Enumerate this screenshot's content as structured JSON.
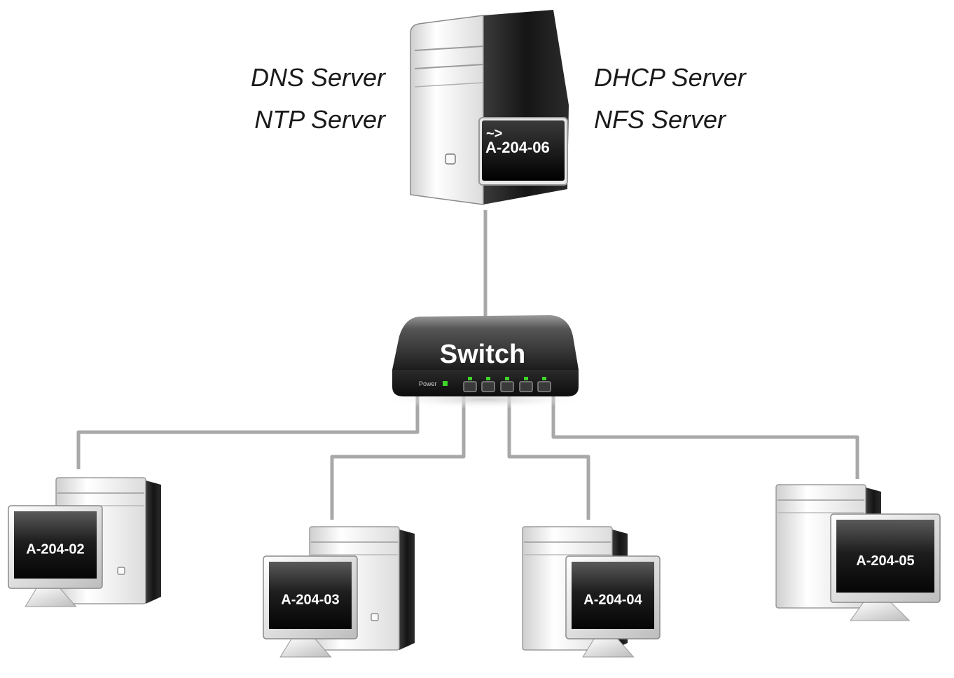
{
  "server": {
    "hostname": "A-204-06",
    "prompt": "~>",
    "services_left": [
      "DNS Server",
      "NTP Server"
    ],
    "services_right": [
      "DHCP Server",
      "NFS Server"
    ]
  },
  "switch": {
    "label": "Switch",
    "power_label": "Power",
    "port_count": 5,
    "led_color": "#3fd42a"
  },
  "clients": [
    {
      "hostname": "A-204-02"
    },
    {
      "hostname": "A-204-03"
    },
    {
      "hostname": "A-204-04"
    },
    {
      "hostname": "A-204-05"
    }
  ],
  "colors": {
    "cable": "#a8a8a8",
    "case_light": "#f2f2f2",
    "case_dark": "#1a1a1a",
    "screen": "#2a2a2a"
  }
}
